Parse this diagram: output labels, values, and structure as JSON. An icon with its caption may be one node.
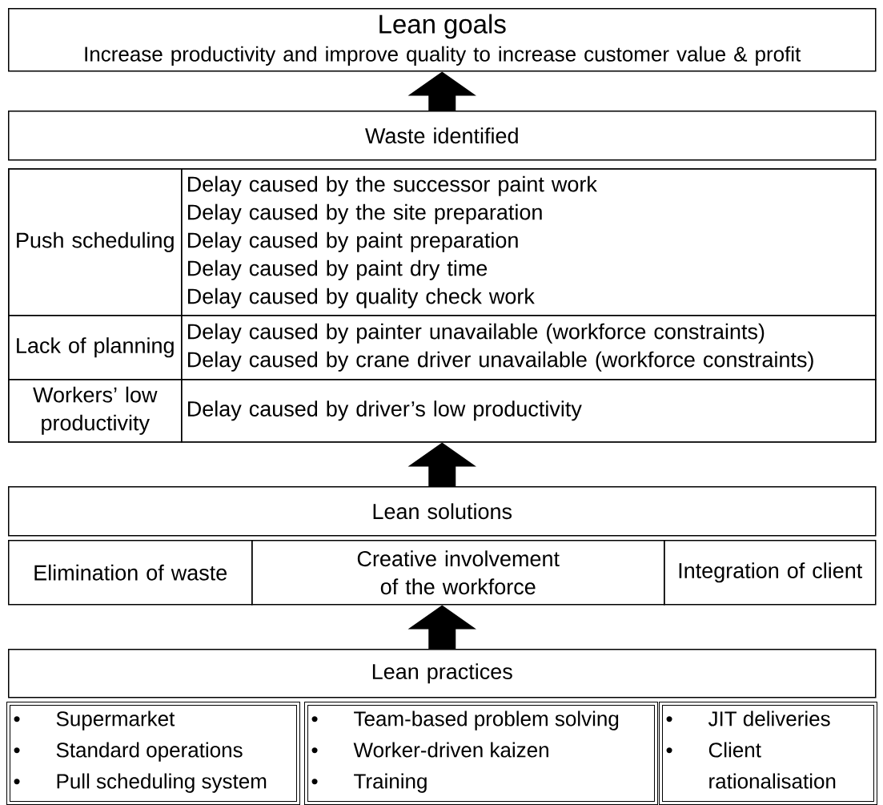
{
  "diagram": {
    "nodes": [
      {
        "text": [
          "Lean goals",
          "Increase productivity and improve quality to increase customer value & profit"
        ]
      },
      {
        "text": [
          "Waste identified"
        ]
      },
      {
        "text": [],
        "shape": "box"
      },
      {
        "text": [
          "Push scheduling"
        ],
        "in": 2
      },
      {
        "text": [
          "Delay caused by the successor paint work",
          "Delay caused by the site preparation",
          "Delay caused by paint preparation",
          "Delay caused by paint dry time",
          "Delay caused by quality check work"
        ],
        "in": 2
      },
      {
        "text": [
          "Lack of planning"
        ],
        "in": 2
      },
      {
        "text": [
          "Delay caused by painter unavailable (workforce constraints)",
          "Delay caused by crane driver unavailable (workforce constraints)"
        ],
        "in": 2
      },
      {
        "text": [
          "Workers’ low productivity"
        ],
        "in": 2
      },
      {
        "text": [
          "Delay caused by driver’s low productivity"
        ],
        "in": 2
      },
      {
        "text": [
          "Lean solutions"
        ]
      },
      {
        "text": [
          "Elimination of waste"
        ]
      },
      {
        "text": [
          "Creative involvement of the workforce"
        ]
      },
      {
        "text": [
          "Integration of client"
        ]
      },
      {
        "text": [
          "Lean practices"
        ]
      },
      {
        "text": [
          "Supermarket",
          "Standard operations",
          "Pull scheduling system"
        ]
      },
      {
        "text": [
          "Team-based problem solving",
          "Worker-driven kaizen",
          "Training"
        ]
      },
      {
        "text": [
          "JIT deliveries",
          "Client rationalisation"
        ]
      }
    ],
    "edges": [
      {
        "from": 1,
        "to": 0,
        "arrow": "to"
      },
      {
        "from": 9,
        "to": 2,
        "arrow": "to"
      },
      {
        "from": 13,
        "to": 11,
        "arrow": "to"
      }
    ],
    "labels": [
      "•",
      "•",
      "•",
      "•",
      "•",
      "•",
      "•",
      "•"
    ]
  }
}
